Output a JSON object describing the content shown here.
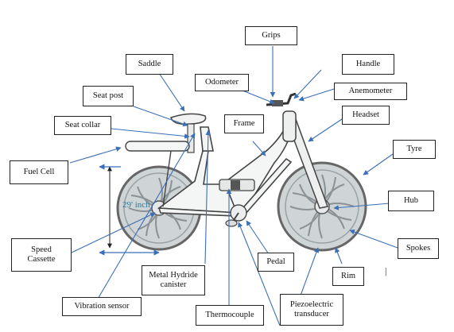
{
  "labels": {
    "grips": "Grips",
    "handle": "Handle",
    "anemometer": "Anemometer",
    "odometer": "Odometer",
    "saddle": "Saddle",
    "seat_post": "Seat post",
    "seat_collar": "Seat collar",
    "frame": "Frame",
    "headset": "Headset",
    "tyre": "Tyre",
    "fuel_cell": "Fuel Cell",
    "hub": "Hub",
    "speed_cassette": "Speed\nCassette",
    "spokes": "Spokes",
    "rim": "Rim",
    "pedal": "Pedal",
    "metal_hydride": "Metal Hydride\ncanister",
    "piezo": "Piezoelectric\ntransducer",
    "vibration_sensor": "Vibration sensor",
    "thermocouple": "Thermocouple"
  },
  "dimension_label": "29' inch",
  "stray_mark": "|",
  "colors": {
    "frame_stroke": "#444444",
    "wheel_fill": "#cfd4d6",
    "dimension_text": "#2a7a9a",
    "arrow": "#3b6fb6"
  }
}
